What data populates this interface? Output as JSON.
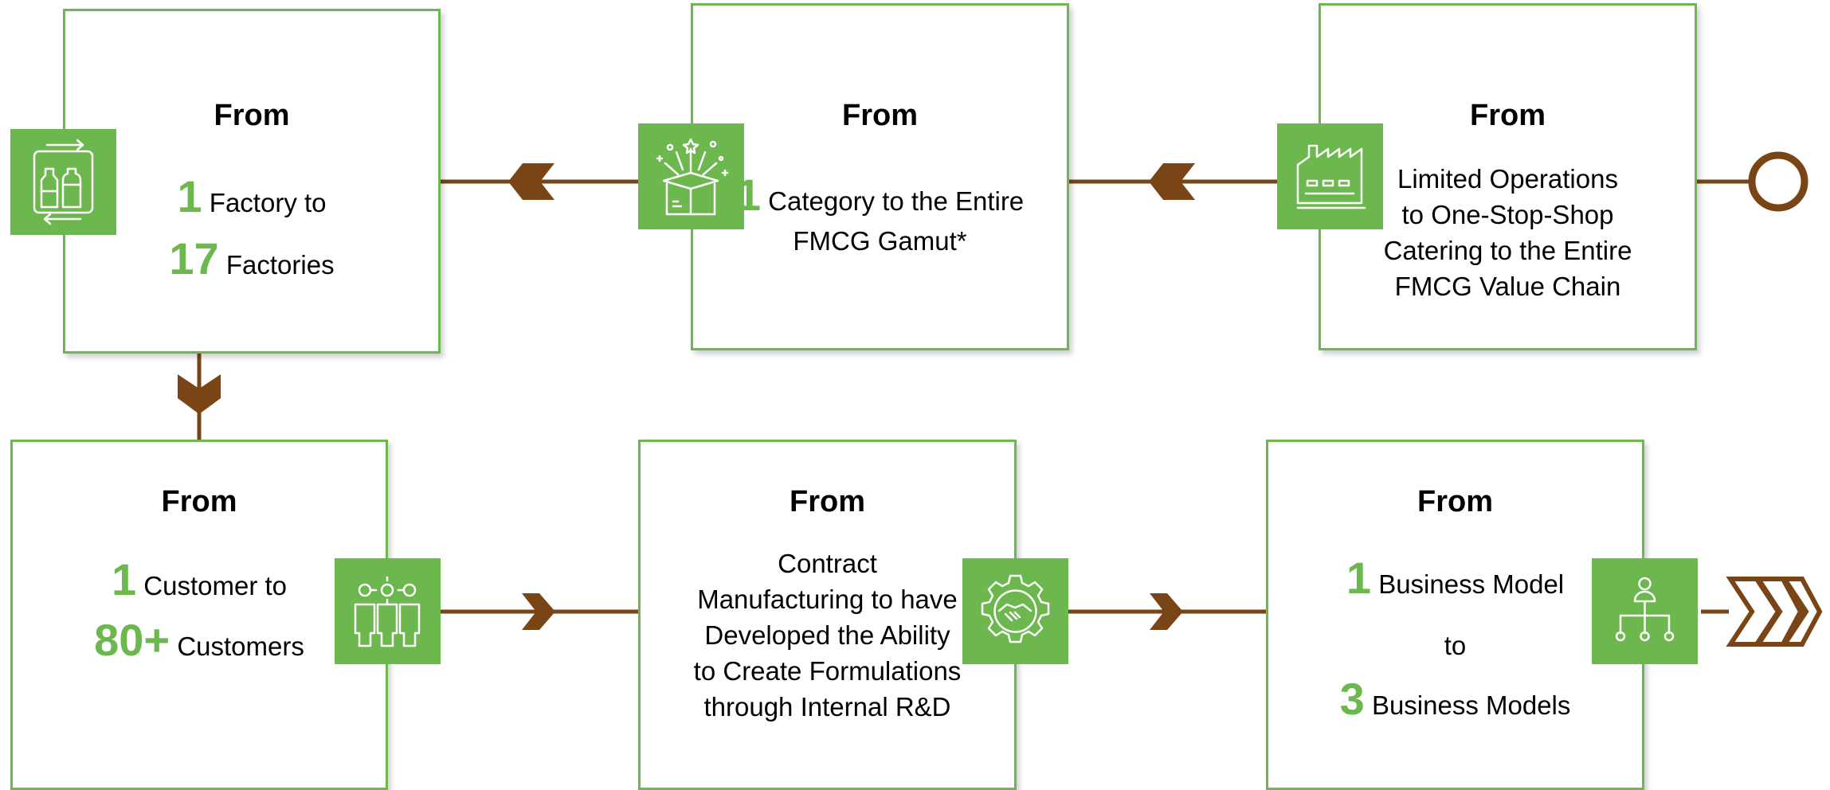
{
  "colors": {
    "accent_green": "#6cb84e",
    "connector_brown": "#7a4516"
  },
  "steps": [
    {
      "from_label": "From",
      "num1": "1",
      "text1": "Factory to",
      "num2": "17",
      "text2": "Factories",
      "icon": "bottles-exchange-icon"
    },
    {
      "from_label": "From",
      "num1": "1",
      "text1": "Category to the Entire",
      "text2": "FMCG Gamut*",
      "icon": "gift-box-celebration-icon"
    },
    {
      "from_label": "From",
      "lines": [
        "Limited Operations",
        "to One-Stop-Shop",
        "Catering to the Entire",
        "FMCG Value Chain"
      ],
      "icon": "factory-icon"
    },
    {
      "from_label": "From",
      "num1": "1",
      "text1": "Customer to",
      "num2": "80+",
      "text2": "Customers",
      "icon": "customers-group-icon"
    },
    {
      "from_label": "From",
      "lines": [
        "Contract",
        "Manufacturing to have",
        "Developed the Ability",
        "to Create Formulations",
        "through Internal R&D"
      ],
      "icon": "handshake-gear-icon"
    },
    {
      "from_label": "From",
      "num1": "1",
      "text1": "Business Model",
      "mid": "to",
      "num2": "3",
      "text2": "Business Models",
      "icon": "hierarchy-icon"
    }
  ]
}
